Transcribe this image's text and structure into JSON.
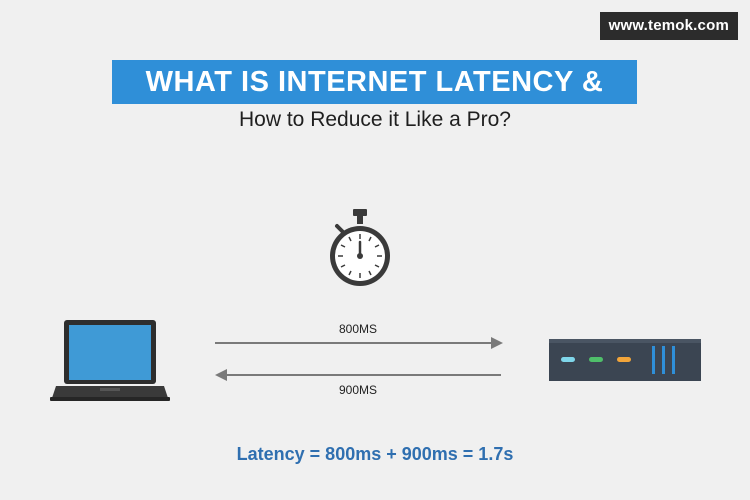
{
  "brand": {
    "site": "www.temok.com"
  },
  "header": {
    "title": "WHAT IS INTERNET LATENCY &",
    "subtitle": "How to Reduce it Like a Pro?"
  },
  "diagram": {
    "request_label": "800MS",
    "response_label": "900MS",
    "arrow_color": "#7a7a7a"
  },
  "formula": {
    "text": "Latency = 800ms + 900ms = 1.7s"
  },
  "colors": {
    "title_bg": "#2f8fd8",
    "formula_text": "#2f6fb0",
    "brand_bg": "#2c2c2c",
    "server_led_cyan": "#7fd6ea",
    "server_led_green": "#4fbf6a",
    "server_led_orange": "#f2a53a",
    "server_bars": "#2f8fd8"
  },
  "icons": {
    "stopwatch": "stopwatch-icon",
    "laptop": "laptop-icon",
    "server": "server-icon"
  }
}
